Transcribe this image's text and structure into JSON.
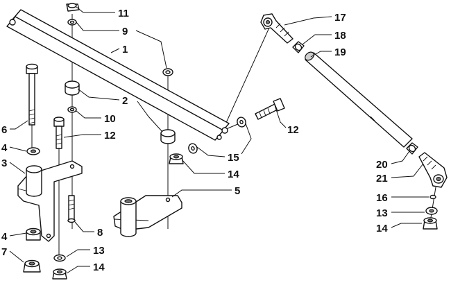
{
  "callouts": {
    "c1": "1",
    "c2": "2",
    "c3": "3",
    "c4a": "4",
    "c4b": "4",
    "c5": "5",
    "c6": "6",
    "c7": "7",
    "c8": "8",
    "c9": "9",
    "c10": "10",
    "c11": "11",
    "c12a": "12",
    "c12b": "12",
    "c13a": "13",
    "c13b": "13",
    "c14a": "14",
    "c14b": "14",
    "c14c": "14",
    "c15": "15",
    "c16": "16",
    "c17": "17",
    "c18": "18",
    "c19": "19",
    "c20": "20",
    "c21": "21"
  }
}
